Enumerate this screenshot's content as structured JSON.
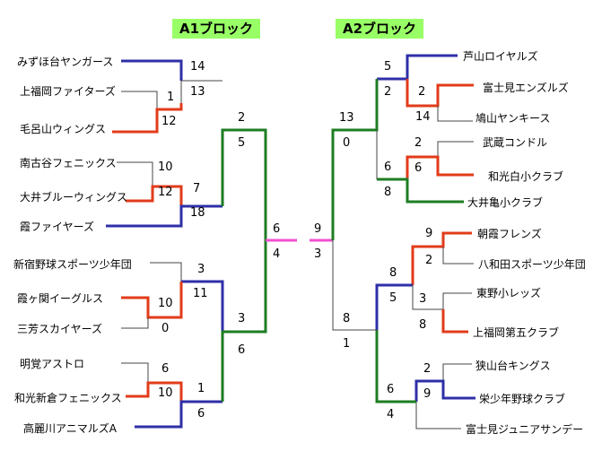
{
  "colors": {
    "blue": "#2f2fa8",
    "red": "#e23b1a",
    "green": "#1d7d22",
    "magenta": "#f050d0",
    "gray": "#444444"
  },
  "blocks": {
    "a1": "A1ブロック",
    "a2": "A2ブロック"
  },
  "teams": {
    "t1": "みずほ台ヤンガース",
    "t2": "上福岡ファイターズ",
    "t3": "毛呂山ウィングス",
    "t4": "南古谷フェニックス",
    "t5": "大井ブルーウィングス",
    "t6": "霞ファイヤーズ",
    "t7": "新宿野球スポーツ少年団",
    "t8": "霞ヶ関イーグルス",
    "t9": "三芳スカイヤーズ",
    "t10": "明覚アストロ",
    "t11": "和光新倉フェニックス",
    "t12": "高麗川アニマルズA",
    "t13": "芦山ロイヤルズ",
    "t14": "富士見エンズルズ",
    "t15": "鳩山ヤンキース",
    "t16": "武蔵コンドル",
    "t17": "和光白小クラブ",
    "t18": "大井亀小クラブ",
    "t19": "朝霞フレンズ",
    "t20": "八和田スポーツ少年団",
    "t21": "東野小レッズ",
    "t22": "上福岡第五クラブ",
    "t23": "狭山台キングス",
    "t24": "栄少年野球クラブ",
    "t25": "富士見ジュニアサンデー"
  },
  "scores": {
    "s1": "14",
    "s2": "13",
    "s3": "1",
    "s4": "12",
    "s5": "10",
    "s6": "12",
    "s7": "7",
    "s8": "18",
    "s9": "2",
    "s10": "5",
    "s11": "3",
    "s12": "11",
    "s13": "10",
    "s14": "0",
    "s15": "6",
    "s16": "10",
    "s17": "1",
    "s18": "6",
    "s19": "3",
    "s20": "6",
    "s21": "6",
    "s22": "4",
    "s23": "9",
    "s24": "3",
    "s25": "5",
    "s26": "2",
    "s27": "2",
    "s28": "14",
    "s29": "13",
    "s30": "0",
    "s31": "2",
    "s32": "6",
    "s33": "6",
    "s34": "8",
    "s35": "9",
    "s36": "2",
    "s37": "8",
    "s38": "5",
    "s39": "3",
    "s40": "8",
    "s41": "8",
    "s42": "1",
    "s43": "2",
    "s44": "9",
    "s45": "6",
    "s46": "4"
  }
}
